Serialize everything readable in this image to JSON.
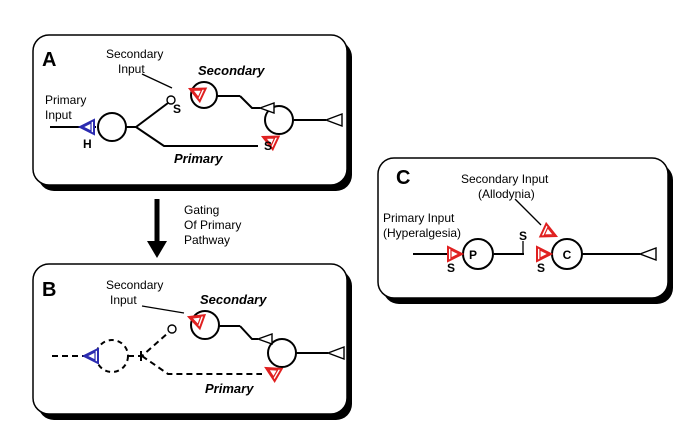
{
  "panels": {
    "a": {
      "label": "A",
      "secondary_input": [
        "Secondary",
        "Input"
      ],
      "secondary_path": "Secondary",
      "primary_input": [
        "Primary",
        "Input"
      ],
      "primary_path": "Primary",
      "h_marker": "H",
      "s_marker_1": "S",
      "s_marker_2": "S"
    },
    "b": {
      "label": "B",
      "secondary_input": [
        "Secondary",
        "Input"
      ],
      "secondary_path": "Secondary",
      "primary_path": "Primary"
    },
    "c": {
      "label": "C",
      "secondary_input": [
        "Secondary Input",
        "(Allodynia)"
      ],
      "primary_input": [
        "Primary Input",
        "(Hyperalgesia)"
      ],
      "cell_p": "P",
      "cell_c": "C",
      "s_marker_1": "S",
      "s_marker_2": "S",
      "s_marker_3": "S"
    }
  },
  "gating_label": [
    "Gating",
    "Of Primary",
    "Pathway"
  ],
  "colors": {
    "red": "#e02020",
    "blue": "#2a2ab0"
  }
}
